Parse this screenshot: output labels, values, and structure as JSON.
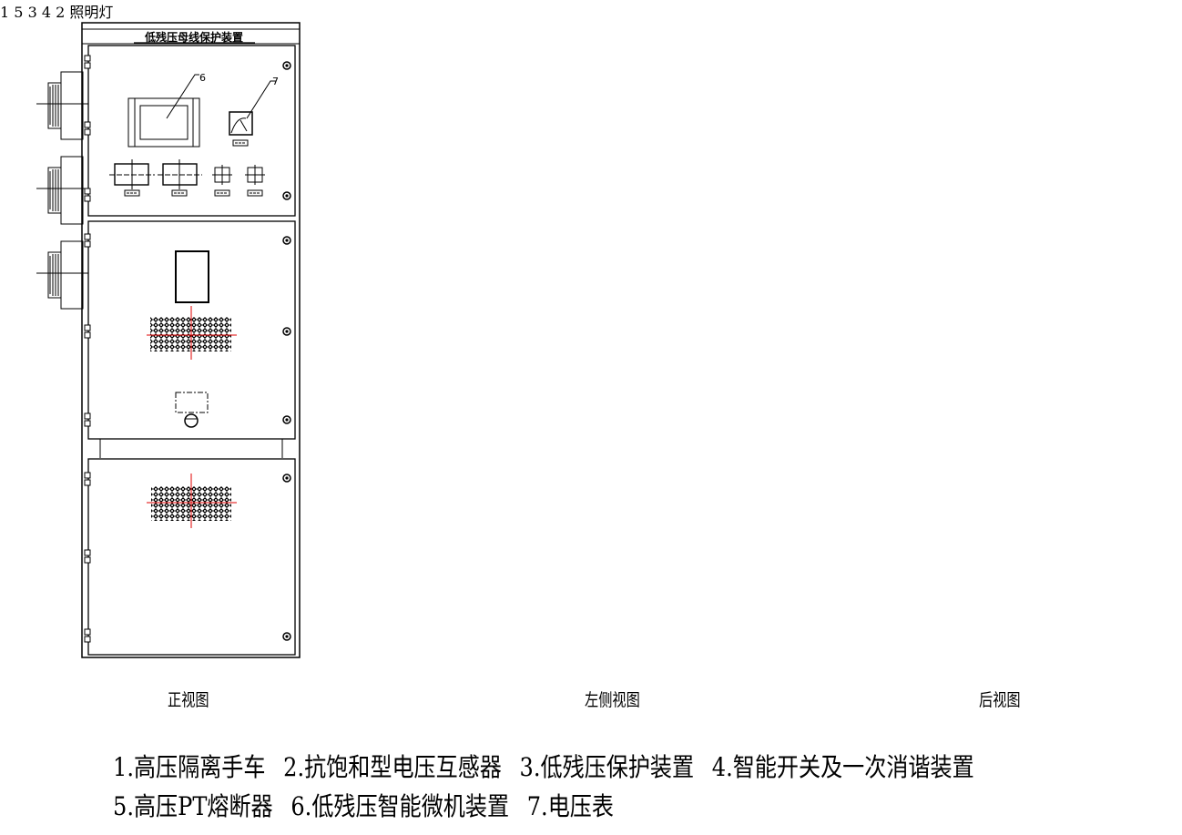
{
  "drawing": {
    "colors": {
      "line": "#000000",
      "centerline": "#e00000",
      "background": "#ffffff"
    },
    "front_view": {
      "label": "正视图",
      "nameplate": "低残压母线保护装置",
      "callouts": [
        "6",
        "7"
      ]
    },
    "side_view": {
      "label": "左侧视图",
      "callouts": [
        "1",
        "2",
        "3",
        "4",
        "5"
      ]
    },
    "rear_view": {
      "label": "后视图",
      "lamp_label": "照明灯"
    },
    "legend": {
      "line1": [
        "1.高压隔离手车",
        "2.抗饱和型电压互感器",
        "3.低残压保护装置",
        "4.智能开关及一次消谐装置"
      ],
      "line2": [
        "5.高压PT熔断器",
        "6.低残压智能微机装置",
        "7.电压表"
      ]
    }
  }
}
